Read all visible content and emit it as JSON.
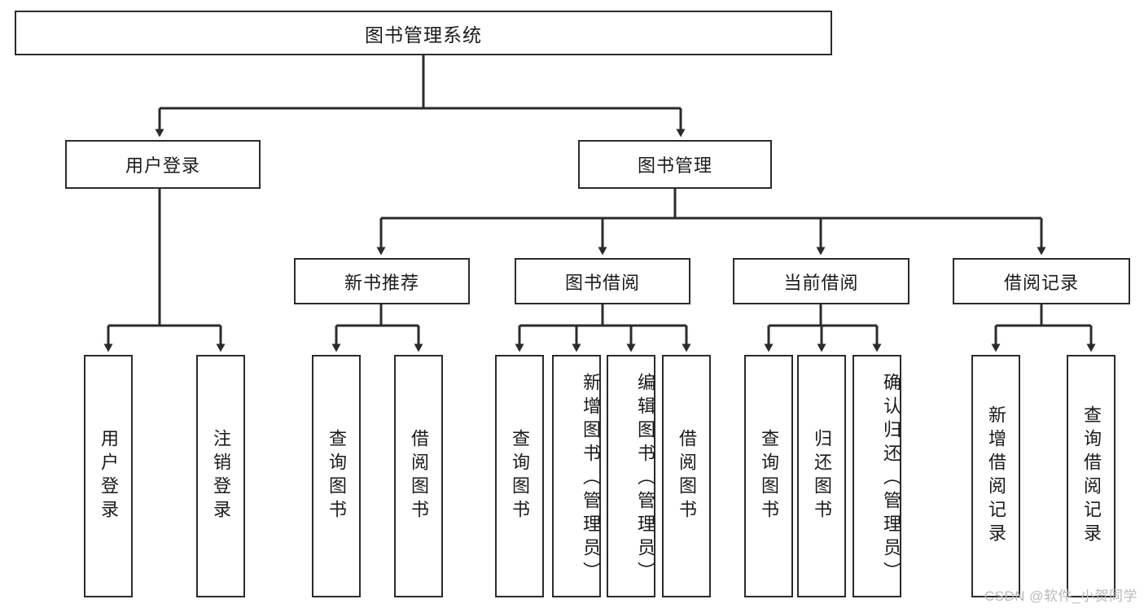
{
  "diagram": {
    "title": "图书管理系统",
    "type": "tree-hierarchy-diagram",
    "watermark": "CSDN @软件_小贺同学",
    "colors": {
      "stroke": "#2b2b2b",
      "fill": "#ffffff",
      "text": "#1a1a1a",
      "watermark": "#b9b9b9"
    },
    "root": {
      "label": "图书管理系统"
    },
    "level1": [
      {
        "label": "用户登录"
      },
      {
        "label": "图书管理"
      }
    ],
    "level2": [
      {
        "label": "新书推荐"
      },
      {
        "label": "图书借阅"
      },
      {
        "label": "当前借阅"
      },
      {
        "label": "借阅记录"
      }
    ],
    "leaves": {
      "user_login": [
        {
          "label": "用户登录"
        },
        {
          "label": "注销登录"
        }
      ],
      "new_book_recommend": [
        {
          "label": "查询图书"
        },
        {
          "label": "借阅图书"
        }
      ],
      "book_borrow": [
        {
          "label": "查询图书"
        },
        {
          "label": "新增图书（管理员）"
        },
        {
          "label": "编辑图书（管理员）"
        },
        {
          "label": "借阅图书"
        }
      ],
      "current_borrow": [
        {
          "label": "查询图书"
        },
        {
          "label": "归还图书"
        },
        {
          "label": "确认归还（管理员）"
        }
      ],
      "borrow_record": [
        {
          "label": "新增借阅记录"
        },
        {
          "label": "查询借阅记录"
        }
      ]
    }
  }
}
